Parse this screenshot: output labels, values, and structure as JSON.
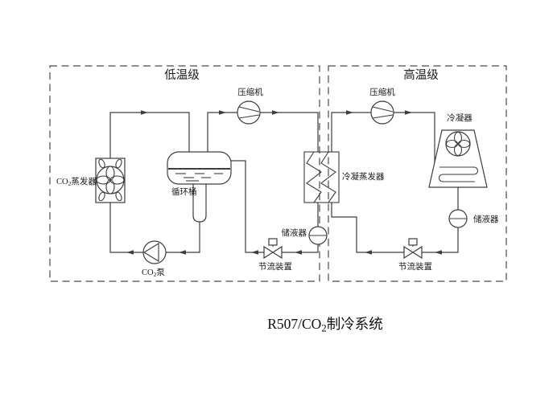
{
  "title": {
    "prefix": "R507/CO",
    "sub": "2",
    "suffix": "制冷系统"
  },
  "stages": {
    "low": "低温级",
    "high": "高温级"
  },
  "labels": {
    "low_compressor": "压缩机",
    "high_compressor": "压缩机",
    "condenser": "冷凝器",
    "cascade_evaporator": "冷凝蒸发器",
    "circulation_tank": "循环桶",
    "low_receiver": "储液器",
    "high_receiver": "储液器",
    "low_throttle": "节流装置",
    "high_throttle": "节流装置",
    "co2_evaporator": {
      "prefix": "CO",
      "sub": "2",
      "suffix": "蒸发器"
    },
    "co2_pump": {
      "prefix": "CO",
      "sub": "2",
      "suffix": "泵"
    }
  },
  "colors": {
    "line": "#3d3d3d",
    "dashed_border": "#4a4a4a",
    "text": "#1a1a1a",
    "background": "#ffffff"
  }
}
